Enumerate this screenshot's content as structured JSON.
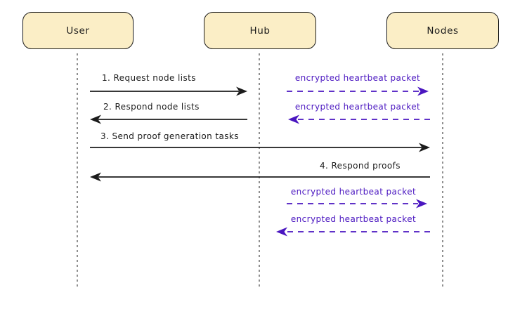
{
  "diagram": {
    "type": "sequence-diagram",
    "actors": [
      {
        "label": "User"
      },
      {
        "label": "Hub"
      },
      {
        "label": "Nodes"
      }
    ],
    "messages": [
      {
        "label": "1. Request node lists",
        "from": "User",
        "to": "Hub",
        "style": "solid"
      },
      {
        "label": "2. Respond node lists",
        "from": "Hub",
        "to": "User",
        "style": "solid"
      },
      {
        "label": "3. Send proof generation tasks",
        "from": "User",
        "to": "Nodes",
        "style": "solid"
      },
      {
        "label": "4. Respond proofs",
        "from": "Nodes",
        "to": "User",
        "style": "solid"
      }
    ],
    "heartbeats": [
      {
        "label": "encrypted heartbeat packet",
        "from": "Hub",
        "to": "Nodes",
        "style": "dashed"
      },
      {
        "label": "encrypted heartbeat packet",
        "from": "Nodes",
        "to": "Hub",
        "style": "dashed"
      },
      {
        "label": "encrypted heartbeat packet",
        "from": "Hub",
        "to": "Nodes",
        "style": "dashed"
      },
      {
        "label": "encrypted heartbeat packet",
        "from": "Nodes",
        "to": "Hub",
        "style": "dashed"
      }
    ],
    "colors": {
      "stroke": "#1b1b1b",
      "heartbeat": "#4a16c0",
      "lifeline": "#8f8f8f",
      "actor-fill": "#fbeec6",
      "actor-border": "#1b1b1b",
      "bg": "#ffffff"
    }
  }
}
